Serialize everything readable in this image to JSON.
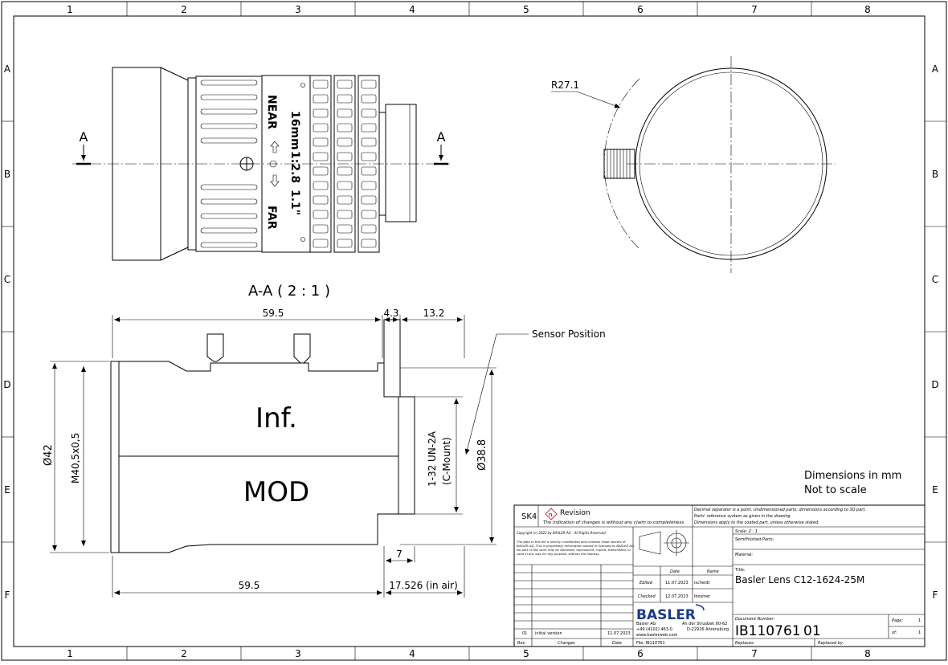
{
  "grid": {
    "columns": [
      "1",
      "2",
      "3",
      "4",
      "5",
      "6",
      "7",
      "8"
    ],
    "rows": [
      "A",
      "B",
      "C",
      "D",
      "E",
      "F"
    ]
  },
  "lens_labels": {
    "focal": "16mm",
    "aperture": "1:2.8",
    "format": "1.1\"",
    "near": "NEAR",
    "far": "FAR"
  },
  "section": {
    "cut_mark": "A",
    "title": "A-A ( 2 : 1 )",
    "inf_label": "Inf.",
    "mod_label": "MOD"
  },
  "dimensions": {
    "radius": "R27.1",
    "top_length": "59.5",
    "top_small": "4.3",
    "top_right": "13.2",
    "sensor": "Sensor Position",
    "diameter_outer": "Ø42",
    "thread": "M40,5x0,5",
    "mount_thread": "1-32 UN-2A",
    "mount_name": "(C-Mount)",
    "diameter_right": "Ø38.8",
    "small_seven": "7",
    "bottom_length": "59.5",
    "flange": "17.526 (in air)"
  },
  "notes": {
    "units": "Dimensions in mm",
    "scale_note": "Not to scale"
  },
  "title_block": {
    "sk": "SK4",
    "revision_symbol": "n",
    "revision_label": "Revision",
    "revision_note": "The indication of changes is without any claim to completeness.",
    "decimal_note_1": "Decimal separator is a point. Undimensioned parts: dimensions according to 3D part.",
    "decimal_note_2": "Parts' reference system as given in the drawing",
    "decimal_note_3": "Dimensions apply to the coated part, unless otherwise stated.",
    "copyright": "Copyright (c) 2023 by BASLER AG - All Rights Reserved.",
    "legal_1": "The data in this file is strictly confidential and contains trade secrets of",
    "legal_2": "BASLER AG. This is proprietary information owned or licensed by BASLER AG.",
    "legal_3": "No part of this work may be disclosed, reproduced, copied, transmitted, or",
    "legal_4": "used in any way for any purpose, without the express.",
    "scale_label": "Scale: 2 : 1",
    "semifinished_label": "Semifinished Parts:",
    "material_label": "Material:",
    "title_label": "Title:",
    "title_value": "Basler Lens C12-1624-25M",
    "date_header": "Date",
    "name_header": "Name",
    "edited_label": "Edited",
    "edited_date": "11.07.2023",
    "edited_name": "ischeidt",
    "checked_label": "Checked",
    "checked_date": "12.07.2023",
    "checked_name": "lbosmer",
    "brand": "BASLER",
    "company": "Basler AG",
    "phone": "+49 (4102) 463-0",
    "web": "www.baslerweb.com",
    "address_1": "An der Strusbek 60-62",
    "address_2": "D-22926 Ahrensburg",
    "file_label": "File: IB110761",
    "doc_label": "Document Number:",
    "doc_number": "IB110761",
    "doc_rev": "01",
    "page_label": "Page:",
    "page_value": "1",
    "of_label": "of:",
    "of_value": "1",
    "replaces_label": "Replaces:",
    "replaced_label": "Replaced by:",
    "rev_index": "01",
    "rev_change": "initial version",
    "rev_date": "11.07.2023",
    "col_rev": "Rev.",
    "col_changes": "Changes",
    "col_date": "Date"
  }
}
